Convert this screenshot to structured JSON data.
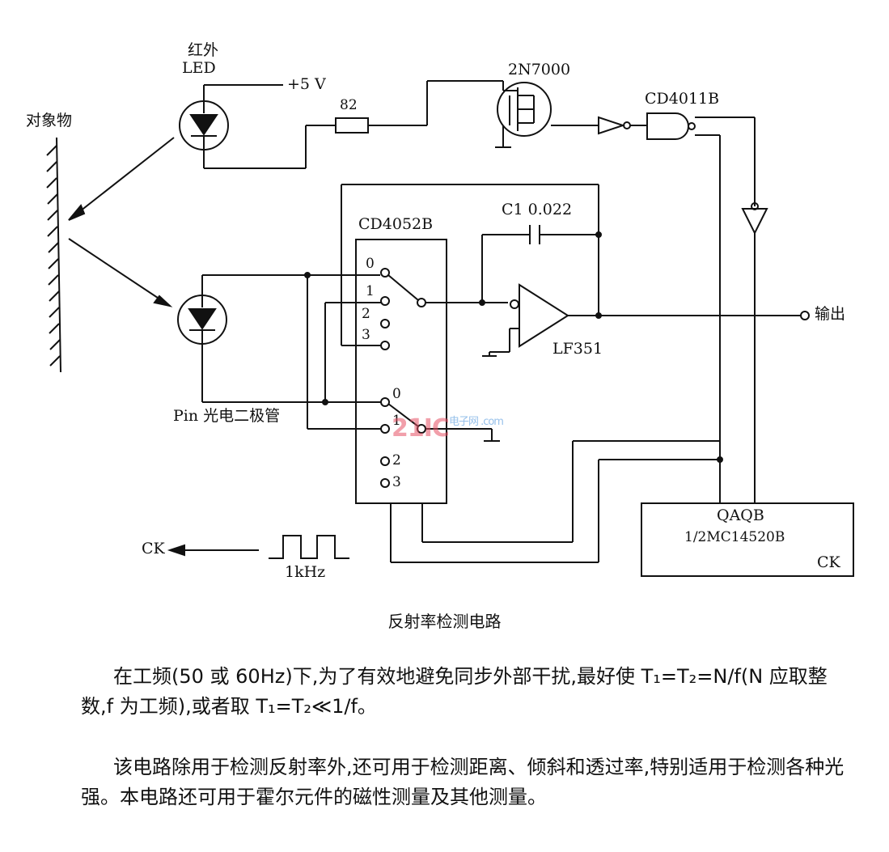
{
  "labels": {
    "ir_led_line1": "红外",
    "ir_led_line2": "LED",
    "supply": "+5 V",
    "resistor": "82",
    "mosfet": "2N7000",
    "nand_gate": "CD4011B",
    "target": "对象物",
    "mux": "CD4052B",
    "capacitor": "C1 0.022",
    "opamp": "LF351",
    "output": "输出",
    "photodiode": "Pin 光电二极管",
    "counter_line1": "QAQB",
    "counter_line2": "1/2MC14520B",
    "counter_ck": "CK",
    "clock_ck": "CK",
    "clock_freq": "1kHz",
    "mux_pins_upper": [
      "0",
      "1",
      "2",
      "3"
    ],
    "mux_pins_lower": [
      "0",
      "1",
      "2",
      "3"
    ]
  },
  "caption": "反射率检测电路",
  "paragraphs": [
    "在工频(50 或 60Hz)下,为了有效地避免同步外部干扰,最好使 T₁=T₂=N/f(N 应取整数,f 为工频),或者取 T₁=T₂≪1/f。",
    "该电路除用于检测反射率外,还可用于检测距离、倾斜和透过率,特别适用于检测各种光强。本电路还可用于霍尔元件的磁性测量及其他测量。"
  ],
  "watermark": {
    "main": "21IC",
    "sub": "电子网 .com"
  }
}
